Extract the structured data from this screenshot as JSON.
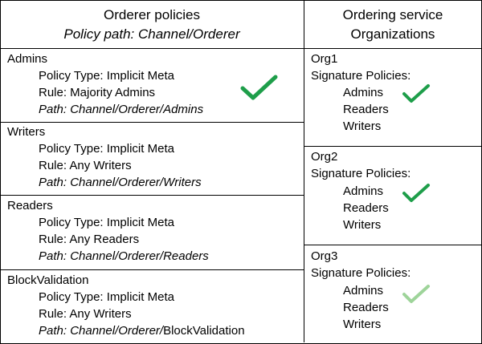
{
  "left_header": {
    "title": "Orderer policies",
    "path_label": "Policy path: Channel/Orderer"
  },
  "right_header": {
    "line1": "Ordering service",
    "line2": "Organizations"
  },
  "policies": [
    {
      "name": "Admins",
      "type": "Policy Type: Implicit Meta",
      "rule": "Rule: Majority Admins",
      "path": "Path: Channel/Orderer/Admins",
      "checked": true
    },
    {
      "name": "Writers",
      "type": "Policy Type: Implicit Meta",
      "rule": "Rule: Any Writers",
      "path": "Path: Channel/Orderer/Writers",
      "checked": false
    },
    {
      "name": "Readers",
      "type": "Policy Type: Implicit Meta",
      "rule": "Rule: Any Readers",
      "path": "Path: Channel/Orderer/Readers",
      "checked": false
    },
    {
      "name": "BlockValidation",
      "type": "Policy Type: Implicit Meta",
      "rule": "Rule: Any Writers",
      "path_italic": "Path: Channel/Orderer/",
      "path_tail": "BlockValidation",
      "checked": false
    }
  ],
  "orgs": [
    {
      "name": "Org1",
      "sig_label": "Signature Policies:",
      "items": [
        "Admins",
        "Readers",
        "Writers"
      ],
      "check_color": "#1e9e4a"
    },
    {
      "name": "Org2",
      "sig_label": "Signature Policies:",
      "items": [
        "Admins",
        "Readers",
        "Writers"
      ],
      "check_color": "#1e9e4a"
    },
    {
      "name": "Org3",
      "sig_label": "Signature Policies:",
      "items": [
        "Admins",
        "Readers",
        "Writers"
      ],
      "check_color": "#9ed49a"
    }
  ],
  "colors": {
    "check_strong": "#1e9e4a",
    "check_light": "#9ed49a"
  }
}
